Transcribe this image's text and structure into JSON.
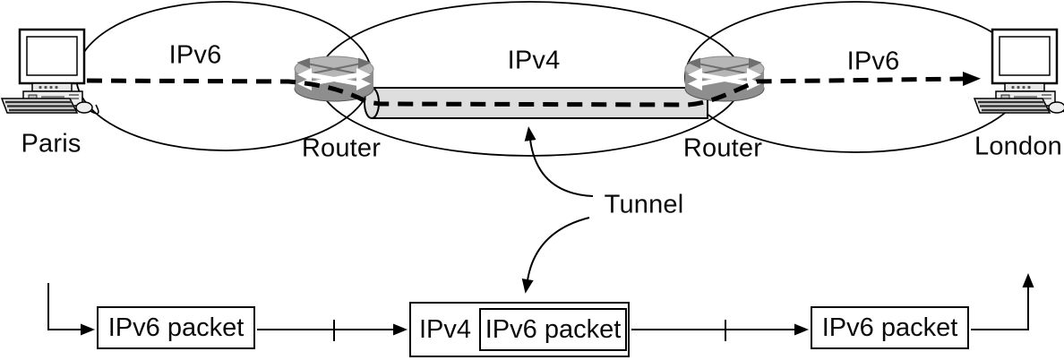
{
  "labels": {
    "network_left": "IPv6",
    "network_middle": "IPv4",
    "network_right": "IPv6",
    "host_left": "Paris",
    "host_right": "London",
    "router_left": "Router",
    "router_right": "Router",
    "tunnel": "Tunnel"
  },
  "packet_flow": {
    "ingress_packet": "IPv6 packet",
    "tunneled_header": "IPv4",
    "tunneled_payload": "IPv6 packet",
    "egress_packet": "IPv6 packet"
  },
  "colors": {
    "router_body": "#8e8e8e",
    "router_top": "#b6b6b6",
    "tunnel_fill": "#dedede"
  }
}
